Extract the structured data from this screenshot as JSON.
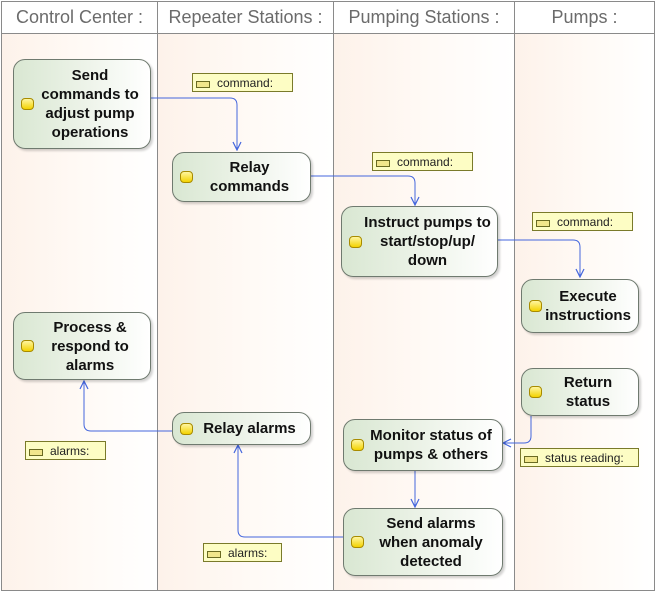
{
  "lanes": [
    {
      "label": "Control Center :"
    },
    {
      "label": "Repeater Stations :"
    },
    {
      "label": "Pumping Stations :"
    },
    {
      "label": "Pumps :"
    }
  ],
  "actions": {
    "send_commands": "Send commands to adjust pump operations",
    "relay_commands": "Relay commands",
    "instruct_pumps": "Instruct pumps to start/stop/up/ down",
    "execute_instructions": "Execute instructions",
    "process_respond": "Process & respond to alarms",
    "return_status": "Return status",
    "relay_alarms": "Relay alarms",
    "monitor_status": "Monitor status of pumps & others",
    "send_alarms": "Send alarms when anomaly detected"
  },
  "pins": {
    "command_1": "command:",
    "command_2": "command:",
    "command_3": "command:",
    "alarms_1": "alarms:",
    "alarms_2": "alarms:",
    "status_reading": "status reading:"
  },
  "colors": {
    "flow_line": "#4466dd",
    "lane_border": "#8a8a8a",
    "action_fill": "#d9e7d2",
    "pin_fill": "#fdfdc4"
  }
}
